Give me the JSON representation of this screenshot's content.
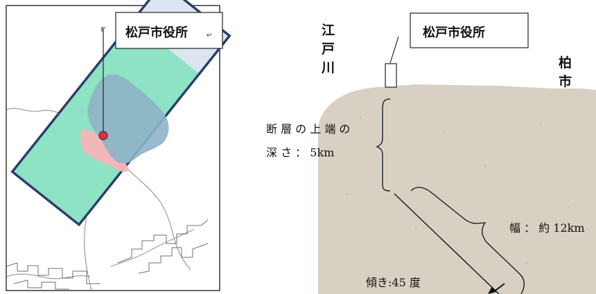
{
  "map": {
    "label": "松戸市役所",
    "label_mark": "↵",
    "colors": {
      "fault_rect_stroke": "#2b3f6b",
      "fault_upper_fill": "#dce6f3",
      "fault_lower_fill": "#8de3c4",
      "city_fill": "#8fb3c8",
      "neighbor_fill": "#f7b5b8",
      "city_hall_marker": "#d9323f",
      "coastline": "#888888"
    }
  },
  "cross_section": {
    "label": "松戸市役所",
    "left_river_label": [
      "江",
      "戸",
      "川"
    ],
    "right_city_label": [
      "柏",
      "市"
    ],
    "depth_label_line1": "断 層 の 上 端 の",
    "depth_label_line2": "深 さ ： 5km",
    "width_label": "幅 ： 約 12km",
    "dip_label": "傾き:45 度",
    "colors": {
      "ground_fill": "#d8d0c3",
      "line": "#111111"
    }
  }
}
